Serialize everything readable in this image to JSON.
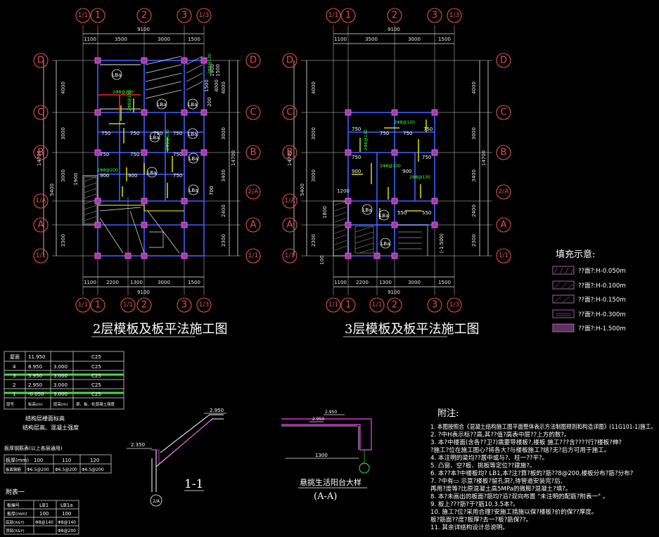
{
  "plan2": {
    "title": "2层模板及板平法施工图",
    "top_axes": [
      "1/1",
      "1",
      "2",
      "3",
      "1/3"
    ],
    "bottom_axes": [
      "1/1",
      "1",
      "1/1",
      "2",
      "3",
      "1/3"
    ],
    "left_axes": [
      "D",
      "C",
      "B",
      "1/A",
      "A",
      "1/1"
    ],
    "right_axes": [
      "D",
      "C",
      "B",
      "2/A",
      "A",
      "1/1"
    ],
    "total_width": "9100",
    "top_spans": [
      "1100",
      "3500",
      "3000",
      "1500"
    ],
    "bottom_spans": [
      "1100",
      "2200",
      "1300",
      "3000",
      "1500"
    ],
    "left_spans": [
      "4000",
      "3000",
      "3000",
      "5400",
      "1900",
      "2300"
    ],
    "left_total": "14700",
    "right_spans": [
      "4000",
      "3000",
      "3400",
      "2400",
      "2300"
    ],
    "right_total": "14700",
    "top_right_dims": [
      "1500",
      "1900",
      "1500",
      "200",
      "4000"
    ],
    "slab_tags": [
      "LBa",
      "LBa",
      "LBa",
      "LBa",
      "LBa",
      "LBa",
      "LBa",
      "LBa"
    ],
    "dim_labels": [
      "750",
      "750",
      "750",
      "750",
      "900",
      "900",
      "750",
      "750",
      "750",
      "750",
      "700"
    ],
    "rebar_labels": [
      "2Φ8@200",
      "2Φ8@200",
      "2Φ8@130",
      "2Φ8@130",
      "2Φ8@130"
    ]
  },
  "plan3": {
    "title": "3层模板及板平法施工图",
    "top_axes": [
      "1/1",
      "1",
      "2",
      "3",
      "1/3"
    ],
    "bottom_axes": [
      "1/1",
      "1",
      "1/1",
      "2",
      "3",
      "1/3"
    ],
    "left_axes": [
      "D",
      "C",
      "B",
      "1/A",
      "A",
      "1/1"
    ],
    "right_axes": [
      "D",
      "C",
      "B",
      "2/A",
      "A",
      "1/1"
    ],
    "total_width": "9100",
    "top_spans": [
      "1100",
      "3500",
      "3000",
      "1500"
    ],
    "bottom_spans": [
      "1100",
      "2200",
      "1300",
      "3000",
      "1500"
    ],
    "left_spans": [
      "4000",
      "3000",
      "3000",
      "5400",
      "1200",
      "1800",
      "2300",
      "100"
    ],
    "left_total": "14700",
    "right_spans": [
      "4000",
      "3000",
      "3400",
      "2400",
      "2300"
    ],
    "right_total": "14700",
    "dim_labels": [
      "750",
      "750",
      "750",
      "750",
      "900",
      "900",
      "750",
      "750",
      "550",
      "550"
    ],
    "rebar_labels": [
      "2Φ8@130",
      "2Φ8@130",
      "2Φ8@130",
      "2Φ8@130"
    ],
    "slab_tags": [
      "LBa",
      "LBa",
      "LBa"
    ],
    "level_note": "(-1.500)"
  },
  "legend": {
    "title": "填充示意:",
    "items": [
      "??面?:H-0.050m",
      "??面?:H-0.100m",
      "??面?:H-0.150m",
      "??面?:H-0.300m",
      "??面?:H-1.500m"
    ]
  },
  "level_table": {
    "rows": [
      [
        "屋面",
        "11.950",
        "",
        "C25"
      ],
      [
        "4",
        "8.950",
        "3.000",
        "C25"
      ],
      [
        "3",
        "5.950",
        "3.000",
        "C25"
      ],
      [
        "2",
        "2.950",
        "3.000",
        "C25"
      ],
      [
        "1",
        "-0.050",
        "3.000",
        "C25"
      ]
    ],
    "header": [
      "层号",
      "标高(m)",
      "层高(m)",
      "梁、板、柱混凝土强度"
    ],
    "caption1": "结构层楼面标高",
    "caption2": "结构层高、混凝土强度"
  },
  "slab_table": {
    "title": "板厚钢筋表(以上各层通用)",
    "headers": [
      "板厚(mm)",
      "100",
      "110",
      "120"
    ],
    "row": [
      "板面钢筋",
      "Φ6.5@200",
      "Φ6.5@200",
      "Φ6.5@200"
    ]
  },
  "lb_table": {
    "title": "附表一",
    "header": [
      "板编号",
      "LB1",
      "LB1a"
    ],
    "row1": [
      "板厚(mm)",
      "100",
      "100"
    ],
    "row2": [
      "底部(X&Y)",
      "Φ8@140",
      "Φ8@140"
    ],
    "row3": [
      "顶部(X&Y)",
      "",
      "Φ8@200"
    ]
  },
  "section": {
    "level1": "2.950",
    "level2": "2.350",
    "axis": "2/A",
    "label": "1-1"
  },
  "detail": {
    "title": "悬挑生活阳台大样",
    "subtitle": "(A-A)",
    "dim1": "1300",
    "level": "2.950",
    "level2": "2.950"
  },
  "notes": {
    "title": "附注:",
    "lines": [
      "1. 本图按照合《混凝土结构施工图平面整体表示方法制图规则和构造详图》(11G101-1)施工。",
      "2. ?中H表示标??高,其??值?高表中层??上方的数?。",
      "3. 本?中楼面(含各??卫?)需要导楼板?,楼板 施工???含????行?楼板?伸?",
      "   ?施工?位在施工图心?将各大?与楼板施工?结?无?后方可用于施工。",
      "4. 本注明的梁均??居中或与?、柱一??平?。",
      "5. 凸窗、空?板、挑板等定位??建施?。",
      "6. 本??本?中楼板均?  LB1,本?注?算?板的?筋??8@200,楼板分布?筋?分布?",
      "7. ?中有▭   示意?楼板?留孔洞?,待管道安装完?后,",
      "   再用?度等?比原混凝土高5MPa的微膨?混凝土?填?。",
      "8. 本?未画出的板面?筋均?沿?双向布置 \"未注明的配筋?附表一\" 。",
      "9. 板上???筋?于?筋10.3.5本?。",
      "10. 施工?位?采用合理?安施工措施以保?楼板?价的保??厚度。",
      "    板?筋面??度?板厚?去一?板?筋保??。",
      "11. 其余详结构设计总说明。"
    ]
  }
}
